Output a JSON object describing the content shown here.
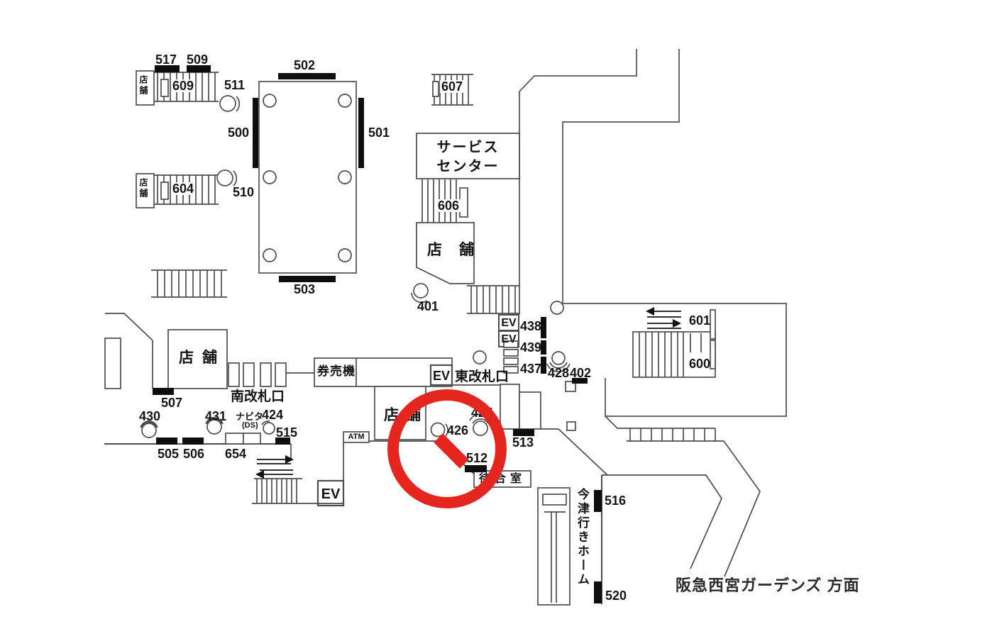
{
  "map": {
    "red_annotation": {
      "color": "#e5261f",
      "marked_location": "512"
    },
    "texts": {
      "shop": "店舗",
      "service_center_l1": "サービス",
      "service_center_l2": "センター",
      "ticket_machine": "券売機",
      "south_gate": "南改札口",
      "east_gate": "東改札口",
      "waiting_room": "待合室",
      "atm": "ATM",
      "ev": "EV",
      "navita": "ナビタ",
      "ds": "(DS)",
      "imazu_platform": "今津行きホーム",
      "gardens": "阪急西宮ガーデンズ 方面"
    },
    "numbers": {
      "n517": "517",
      "n509": "509",
      "n609": "609",
      "n511": "511",
      "n502": "502",
      "n500": "500",
      "n501": "501",
      "n503": "503",
      "n607": "607",
      "n604": "604",
      "n510": "510",
      "n606": "606",
      "n401": "401",
      "n438": "438",
      "n439": "439",
      "n437": "437",
      "n428": "428",
      "n402": "402",
      "n601": "601",
      "n600": "600",
      "n507": "507",
      "n430": "430",
      "n431": "431",
      "n424": "424",
      "n515": "515",
      "n505": "505",
      "n506": "506",
      "n654": "654",
      "n426": "426",
      "n427": "427",
      "n513": "513",
      "n512": "512",
      "n516": "516",
      "n520": "520"
    }
  }
}
